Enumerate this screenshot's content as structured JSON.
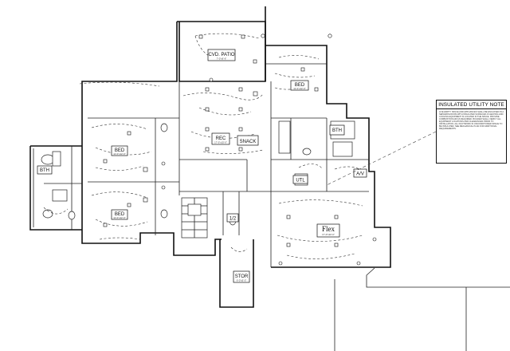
{
  "rooms": {
    "cvd_patio": {
      "label": "CVD. PATIO",
      "sub": "7'-0\"x9'-6\""
    },
    "bed_top": {
      "label": "BED",
      "sub": "11'-0\"x12'-0\""
    },
    "rec": {
      "label": "REC",
      "sub": "17'-0\"x15'-0\""
    },
    "snack": {
      "label": "SNACK",
      "sub": ""
    },
    "bth_right": {
      "label": "BTH",
      "sub": ""
    },
    "bed_left_upper": {
      "label": "BED",
      "sub": "11'-0\"x12'-0\""
    },
    "bth_left": {
      "label": "BTH",
      "sub": ""
    },
    "bed_left_lower": {
      "label": "BED",
      "sub": "11'-0\"x12'-0\""
    },
    "utl": {
      "label": "UTL",
      "sub": ""
    },
    "av": {
      "label": "A/V",
      "sub": ""
    },
    "lav": {
      "label": "1/2",
      "sub": ""
    },
    "flex": {
      "label": "Flex",
      "sub": "17'-0\"x22'-0\""
    },
    "stor": {
      "label": "STOR",
      "sub": "6'-0\"x5'-0\""
    }
  },
  "note": {
    "title": "INSULATED UTILITY NOTE",
    "body": "LIVE EMPTY SPACE AND APPLIANCES SHALL BE ENCLOSED IN A SEPARATE ROOM WITH INSULATED SURFACES IF HEATING AND COOLING EQUIPMENT IS LOCATED IN THE SPACE. PROVIDE COMBUSTION AIR AS REQUIRED. BUILDER SHALL VERIFY ALL EQUIPMENT LOCATIONS AND CLEARANCES PRIOR TO INSTALLATION. ALL DUCTWORK IN UNCONDITIONED SPACE TO BE INSULATED. SEE MECHANICAL PLAN FOR ADDITIONAL REQUIREMENTS."
  }
}
